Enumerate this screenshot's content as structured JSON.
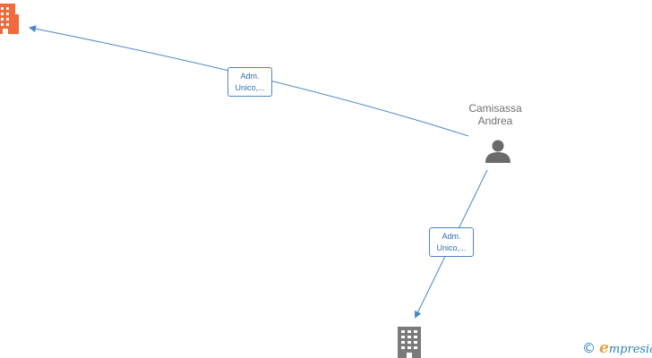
{
  "diagram": {
    "nodes": {
      "company_top": {
        "kind": "company",
        "color": "#f06a3a"
      },
      "person": {
        "kind": "person",
        "color": "#6b6b6b",
        "name_line1": "Camisassa",
        "name_line2": "Andrea"
      },
      "company_bottom": {
        "kind": "company",
        "color": "#7a7a7a"
      }
    },
    "edges": [
      {
        "from": "person",
        "to": "company_top",
        "label_line1": "Adm.",
        "label_line2": "Unico,..."
      },
      {
        "from": "person",
        "to": "company_bottom",
        "label_line1": "Adm.",
        "label_line2": "Unico,..."
      }
    ],
    "edge_color": "#4a86c8"
  },
  "watermark": {
    "copyright": "©",
    "brand_e": "e",
    "brand_rest": "mpresia",
    "icon": "copyright-icon"
  }
}
